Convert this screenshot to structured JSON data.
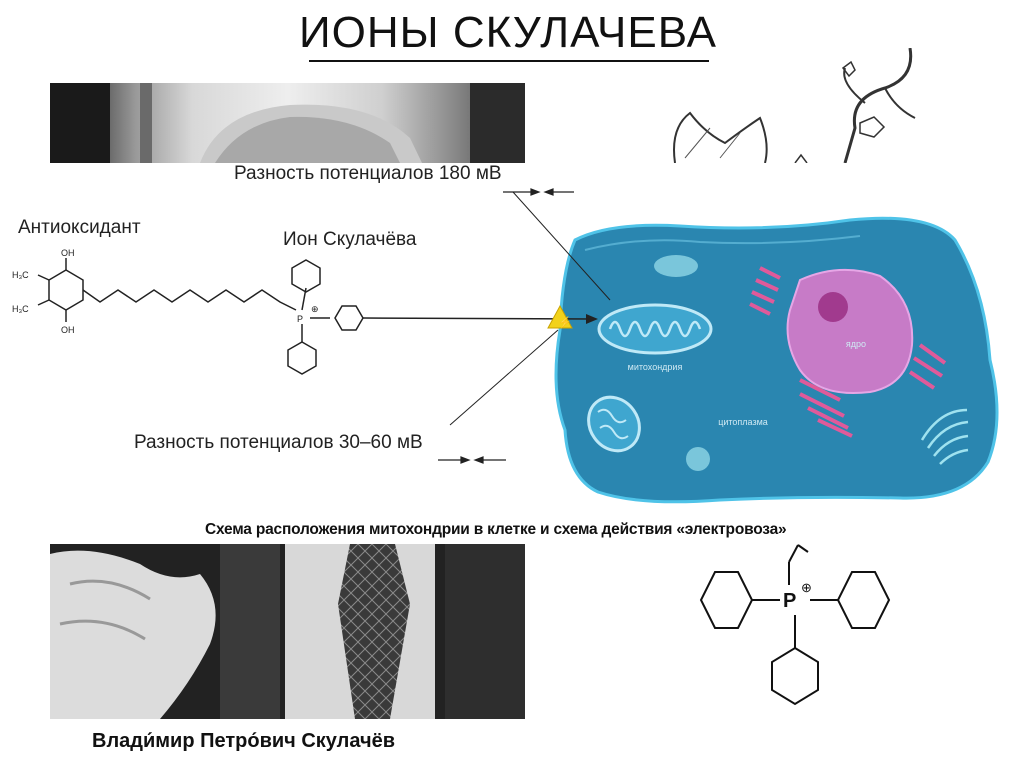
{
  "title": "ИОНЫ СКУЛАЧЕВА",
  "labels": {
    "potential_top": "Разность потенциалов 180 мВ",
    "potential_bottom": "Разность потенциалов 30–60 мВ",
    "antioxidant": "Антиоксидант",
    "skulachev_ion": "Ион Скулачёва"
  },
  "cell_labels": {
    "mitochondrion": "митохондрия",
    "nucleus": "ядро",
    "cytoplasm": "цитоплазма"
  },
  "chem_labels": {
    "oh_top": "OH",
    "oh_bottom": "OH",
    "h3c_top": "H₃C",
    "h3c_bottom": "H₃C",
    "phosphorus": "P",
    "charge": "⊕"
  },
  "caption": "Схема расположения митохондрии в клетке и схема действия «электровоза»",
  "person_name": "Влади́мир Петро́вич Скулачёв",
  "colors": {
    "cell_fill": "#2a86b0",
    "cell_edge": "#4fc3e8",
    "nucleus": "#c77bc7",
    "nucleolus": "#a13a8e",
    "er": "#e05a9a",
    "warning": "#f2d21b"
  }
}
